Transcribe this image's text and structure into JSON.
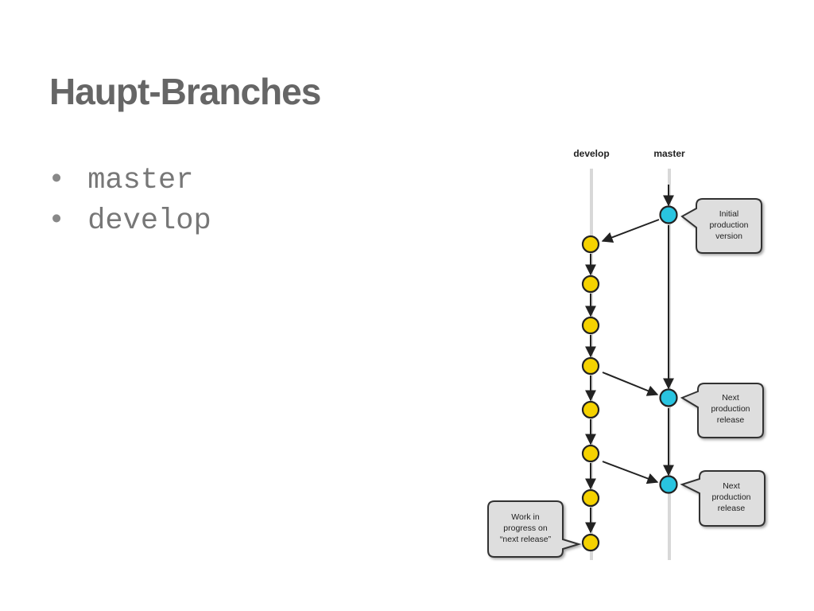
{
  "slide": {
    "title": "Haupt-Branches",
    "bullets": [
      "master",
      "develop"
    ]
  },
  "diagram": {
    "lanes": [
      {
        "id": "develop",
        "label": "develop",
        "color": "#f5d200"
      },
      {
        "id": "master",
        "label": "master",
        "color": "#29c4e0"
      }
    ],
    "callouts": [
      {
        "id": "initial",
        "lines": [
          "Initial",
          "production",
          "version"
        ]
      },
      {
        "id": "release1",
        "lines": [
          "Next",
          "production",
          "release"
        ]
      },
      {
        "id": "release2",
        "lines": [
          "Next",
          "production",
          "release"
        ]
      },
      {
        "id": "wip",
        "lines": [
          "Work in",
          "progress on",
          "“next release”"
        ]
      }
    ],
    "commits": {
      "develop": 8,
      "master": 3
    },
    "merges": [
      {
        "from": "master",
        "to": "develop",
        "label": "initial"
      },
      {
        "from": "develop",
        "to": "master",
        "label": "release1"
      },
      {
        "from": "develop",
        "to": "master",
        "label": "release2"
      }
    ]
  }
}
